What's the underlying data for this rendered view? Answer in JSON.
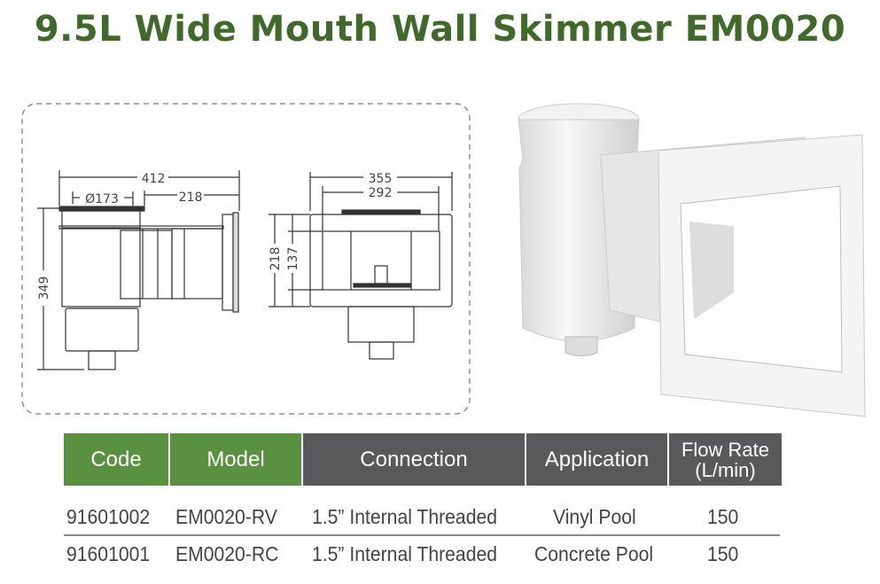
{
  "title": "9.5L Wide Mouth Wall Skimmer EM0020",
  "dimensions": {
    "overall_length": "412",
    "diameter": "Ø173",
    "mouth_depth": "218",
    "height": "349",
    "front_width": "355",
    "opening_width": "292",
    "front_height": "218",
    "opening_height": "137"
  },
  "table": {
    "headers": [
      "Code",
      "Model",
      "Connection",
      "Application",
      "Flow Rate\n(L/min)"
    ],
    "flow_header_line1": "Flow Rate",
    "flow_header_line2": "(L/min)",
    "rows": [
      [
        "91601002",
        "EM0020-RV",
        "1.5” Internal Threaded",
        "Vinyl Pool",
        "150"
      ],
      [
        "91601001",
        "EM0020-RC",
        "1.5” Internal Threaded",
        "Concrete Pool",
        "150"
      ]
    ]
  },
  "colors": {
    "title": "#3f6a2a",
    "header_green": "#5a9140",
    "header_dark": "#58595b"
  }
}
